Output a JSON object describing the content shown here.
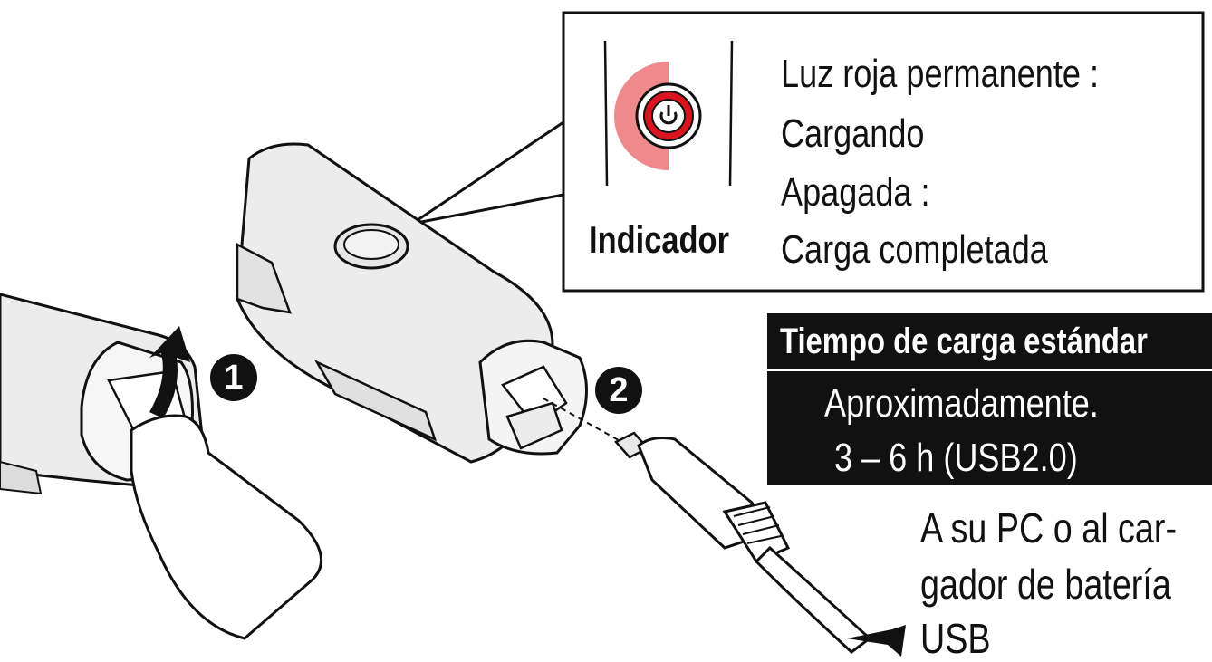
{
  "callout": {
    "indicator_label": "Indicador",
    "lines": [
      "Luz roja permanente :",
      " Cargando",
      "Apagada :",
      " Carga completada"
    ]
  },
  "steps": [
    "1",
    "2"
  ],
  "charge_time": {
    "header": "Tiempo de carga estándar",
    "lines": [
      "Aproximadamente.",
      "3 – 6 h (USB2.0)"
    ]
  },
  "destination": {
    "lines": [
      "A su PC o al car-",
      "gador de batería",
      "USB"
    ]
  },
  "colors": {
    "indicator_red": "#d8141e",
    "indicator_glow": "#ef8a8c",
    "device_gray": "#ececec"
  }
}
